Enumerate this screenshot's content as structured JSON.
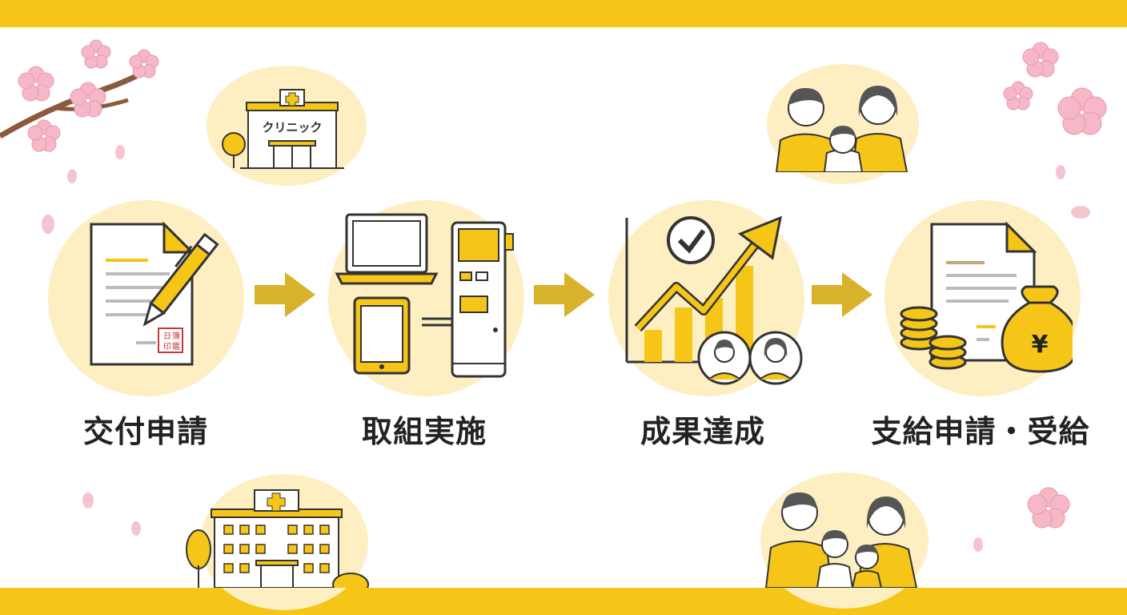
{
  "steps": [
    {
      "label": "交付申請",
      "icon": "document-pen-icon"
    },
    {
      "label": "取組実施",
      "icon": "devices-kiosk-icon"
    },
    {
      "label": "成果達成",
      "icon": "growth-chart-icon"
    },
    {
      "label": "支給申請・受給",
      "icon": "money-bag-icon"
    }
  ],
  "clinic_sign": "クリニック",
  "stamp_text": [
    "日",
    "簿",
    "印",
    "鑑"
  ],
  "currency_symbol": "¥",
  "colors": {
    "accent": "#f5c518",
    "accent_dark": "#e0b000",
    "soft_bg": "#fdefc2",
    "ink": "#222222",
    "sakura": "#f6b8c6"
  }
}
